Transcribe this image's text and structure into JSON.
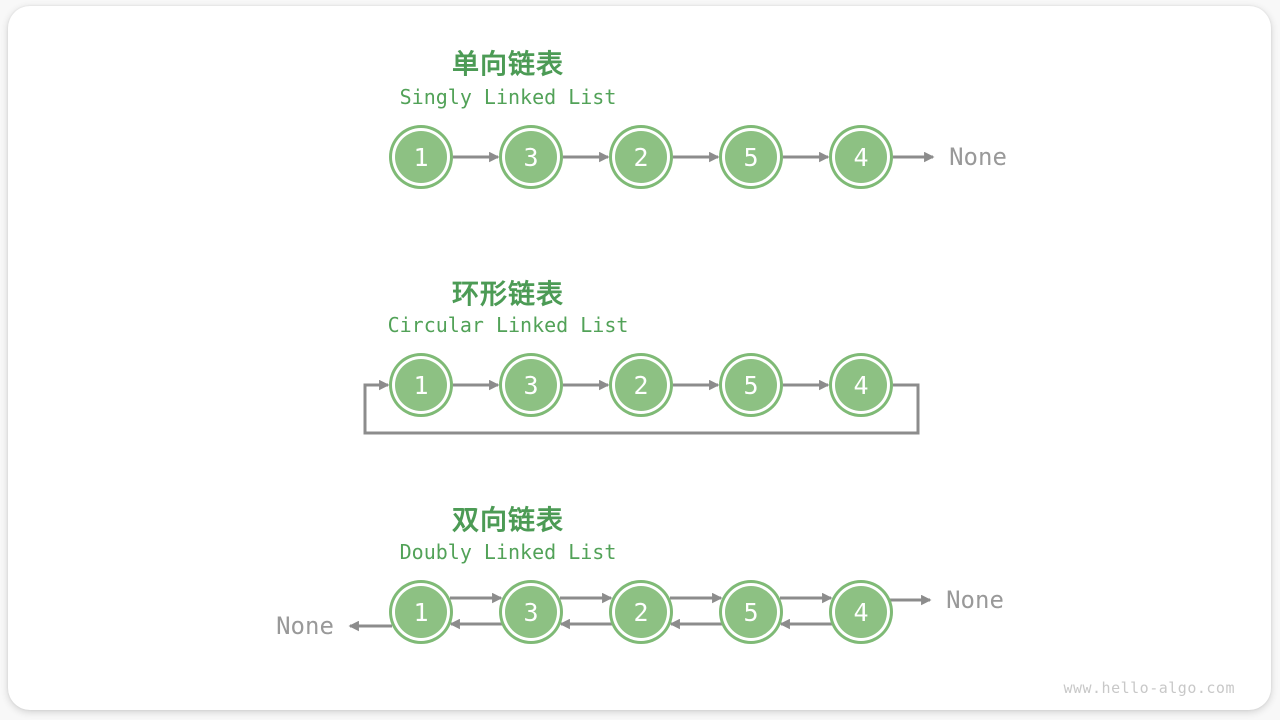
{
  "page": {
    "watermark": "www.hello-algo.com"
  },
  "colors": {
    "node_fill": "#8DC183",
    "node_ring": "#7FBA76",
    "title_green": "#4C9B55",
    "subtitle_green": "#52A258",
    "arrow_gray": "#8C8C8C",
    "none_gray": "#999999",
    "watermark_gray": "#C8C8C8"
  },
  "sections": [
    {
      "id": "singly",
      "type": "singly",
      "title_zh": "单向链表",
      "title_en": "Singly Linked List",
      "values": [
        "1",
        "3",
        "2",
        "5",
        "4"
      ],
      "tail_label": "None"
    },
    {
      "id": "circular",
      "type": "circular",
      "title_zh": "环形链表",
      "title_en": "Circular Linked List",
      "values": [
        "1",
        "3",
        "2",
        "5",
        "4"
      ]
    },
    {
      "id": "doubly",
      "type": "doubly",
      "title_zh": "双向链表",
      "title_en": "Doubly Linked List",
      "values": [
        "1",
        "3",
        "2",
        "5",
        "4"
      ],
      "head_label": "None",
      "tail_label": "None"
    }
  ]
}
